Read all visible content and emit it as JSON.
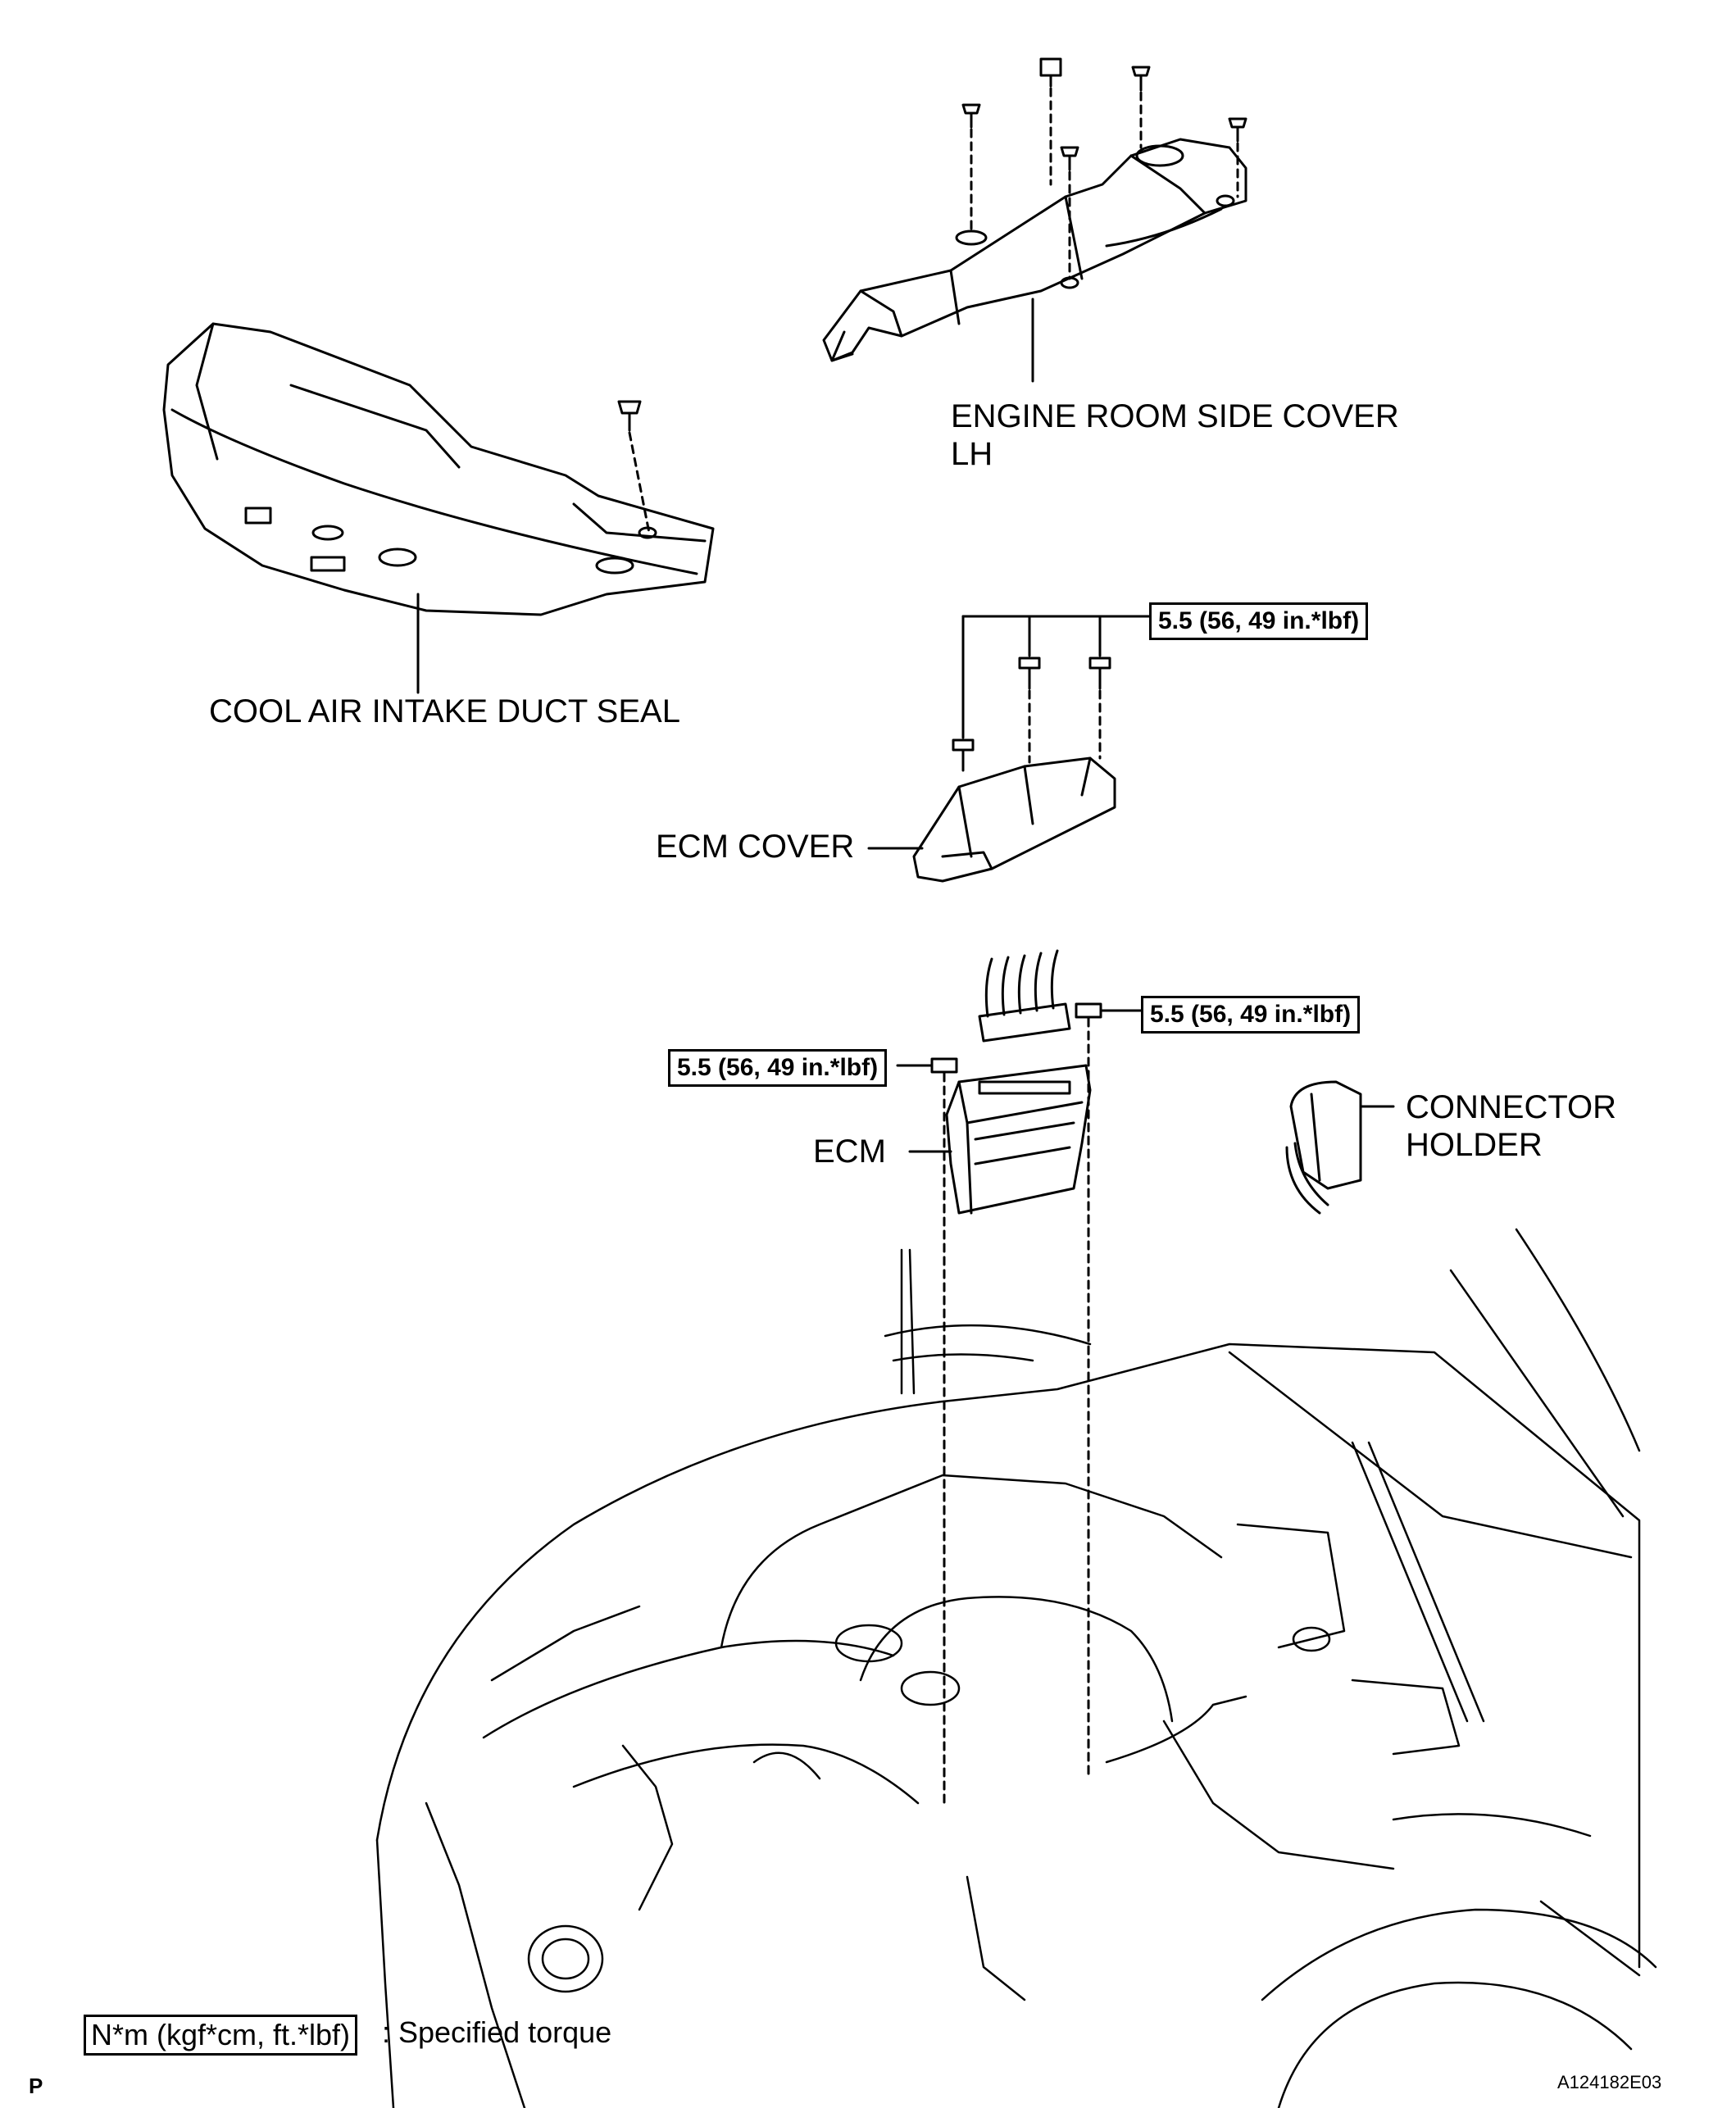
{
  "labels": {
    "engine_room_side_cover": [
      "ENGINE ROOM SIDE COVER",
      "LH"
    ],
    "cool_air_intake_duct_seal": "COOL AIR INTAKE DUCT SEAL",
    "ecm_cover": "ECM COVER",
    "ecm": "ECM",
    "connector_holder": [
      "CONNECTOR",
      "HOLDER"
    ]
  },
  "torques": {
    "ecm_cover_bolts": "5.5 (56, 49 in.*lbf)",
    "ecm_right_nut": "5.5 (56, 49 in.*lbf)",
    "ecm_left_nut": "5.5 (56, 49 in.*lbf)"
  },
  "legend": {
    "unit_box": "N*m (kgf*cm, ft.*lbf)",
    "description": ": Specified torque"
  },
  "footer": {
    "left_mark": "P",
    "figure_code": "A124182E03"
  }
}
